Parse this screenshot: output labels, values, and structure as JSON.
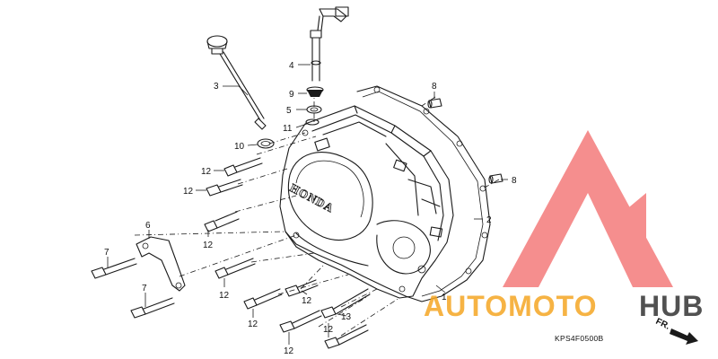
{
  "diagram": {
    "code": "KPS4F0500B",
    "direction_label": "FR.",
    "logo_text": "HONDA",
    "callouts": [
      "3",
      "4",
      "9",
      "5",
      "11",
      "10",
      "8",
      "8",
      "2",
      "12",
      "12",
      "6",
      "12",
      "7",
      "7",
      "12",
      "12",
      "12",
      "13",
      "12",
      "12",
      "1"
    ]
  },
  "watermark": {
    "part_a": "AUTOMOTO",
    "part_b": "HUB",
    "color_a": "#f5a623",
    "color_b": "#333333",
    "logo_color": "#ee3333"
  }
}
